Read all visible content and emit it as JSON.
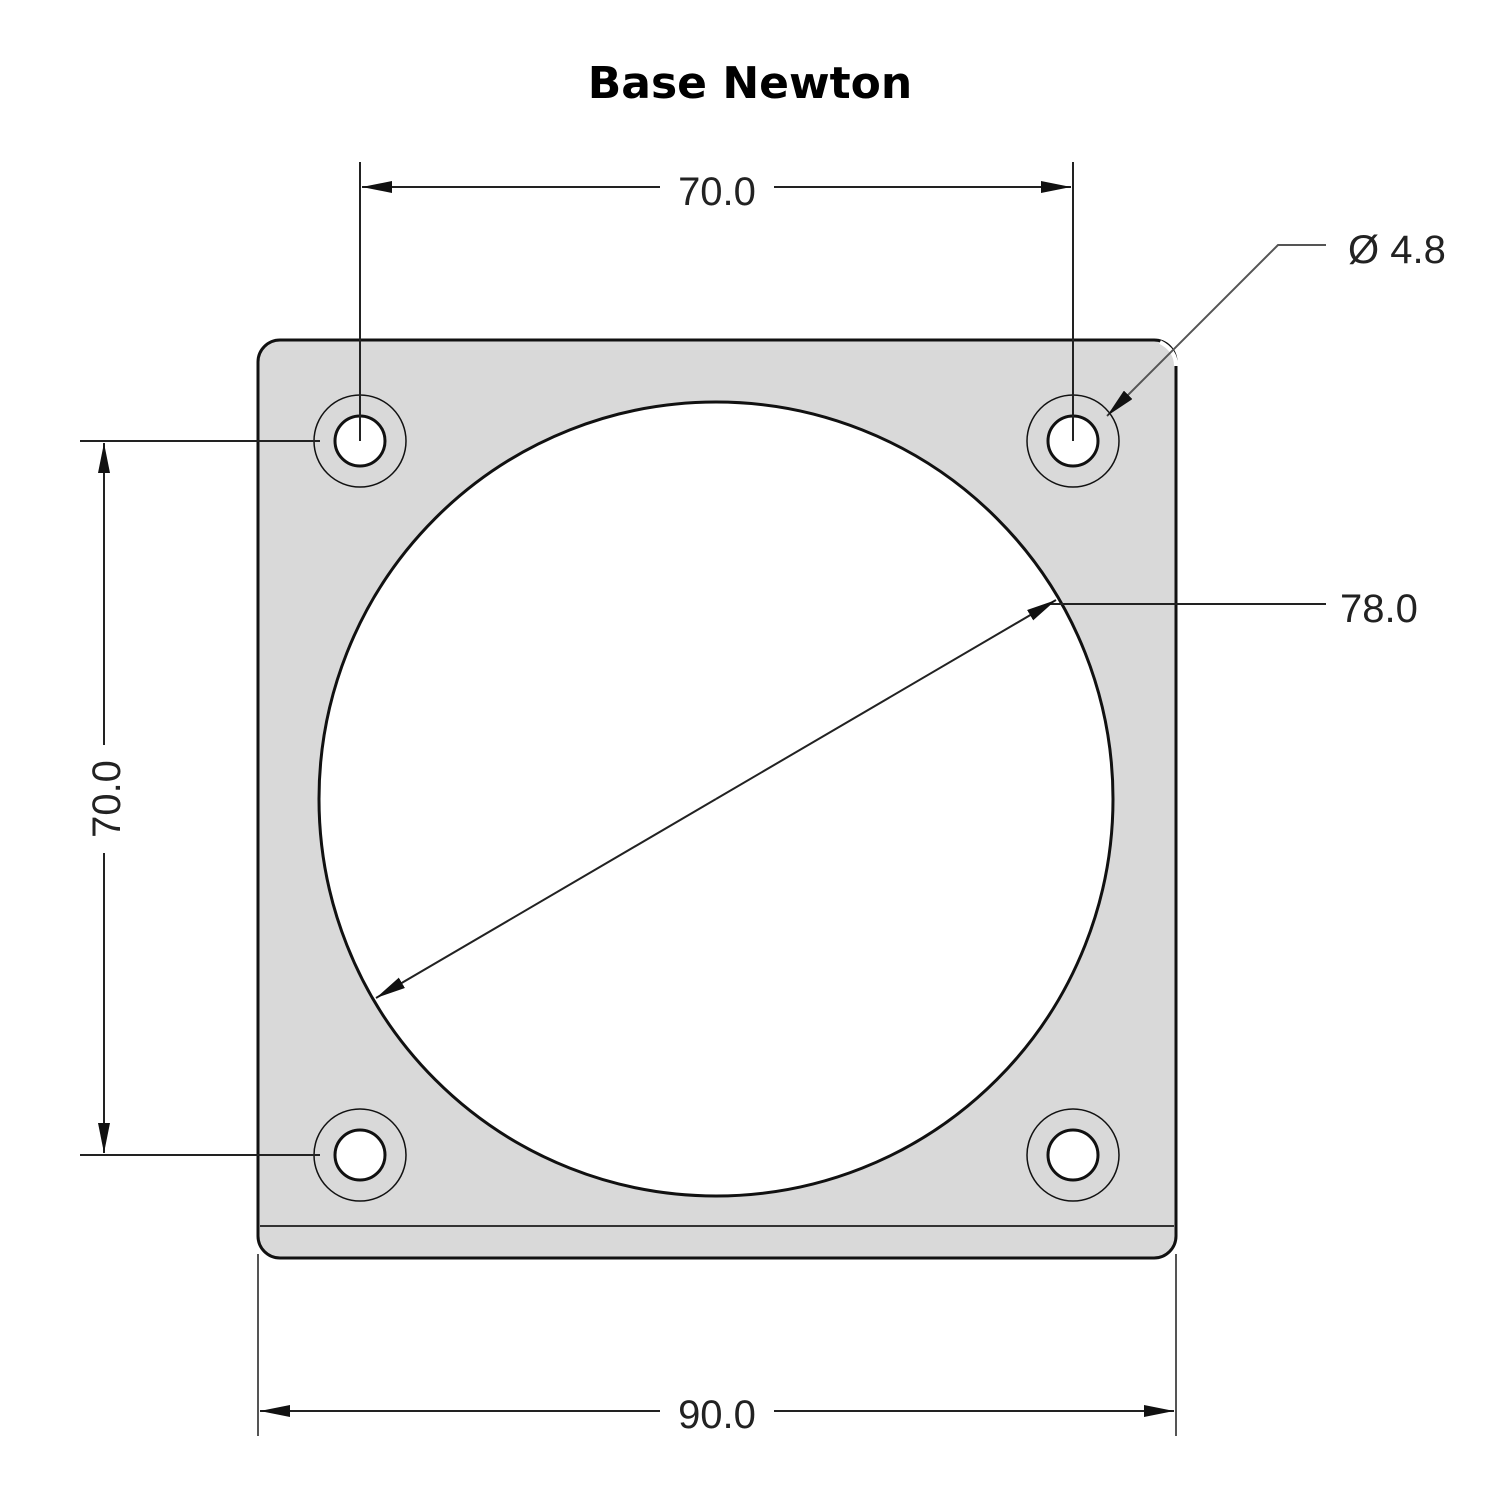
{
  "title": "Base Newton",
  "dimensions": {
    "hole_spacing_horizontal": "70.0",
    "hole_spacing_vertical": "70.0",
    "hole_diameter": "Ø 4.8",
    "opening_diameter": "78.0",
    "plate_width": "90.0"
  },
  "colors": {
    "plate_fill": "#d9d9d9",
    "outline": "#111111",
    "dimension_line": "#222222",
    "background": "#ffffff"
  }
}
